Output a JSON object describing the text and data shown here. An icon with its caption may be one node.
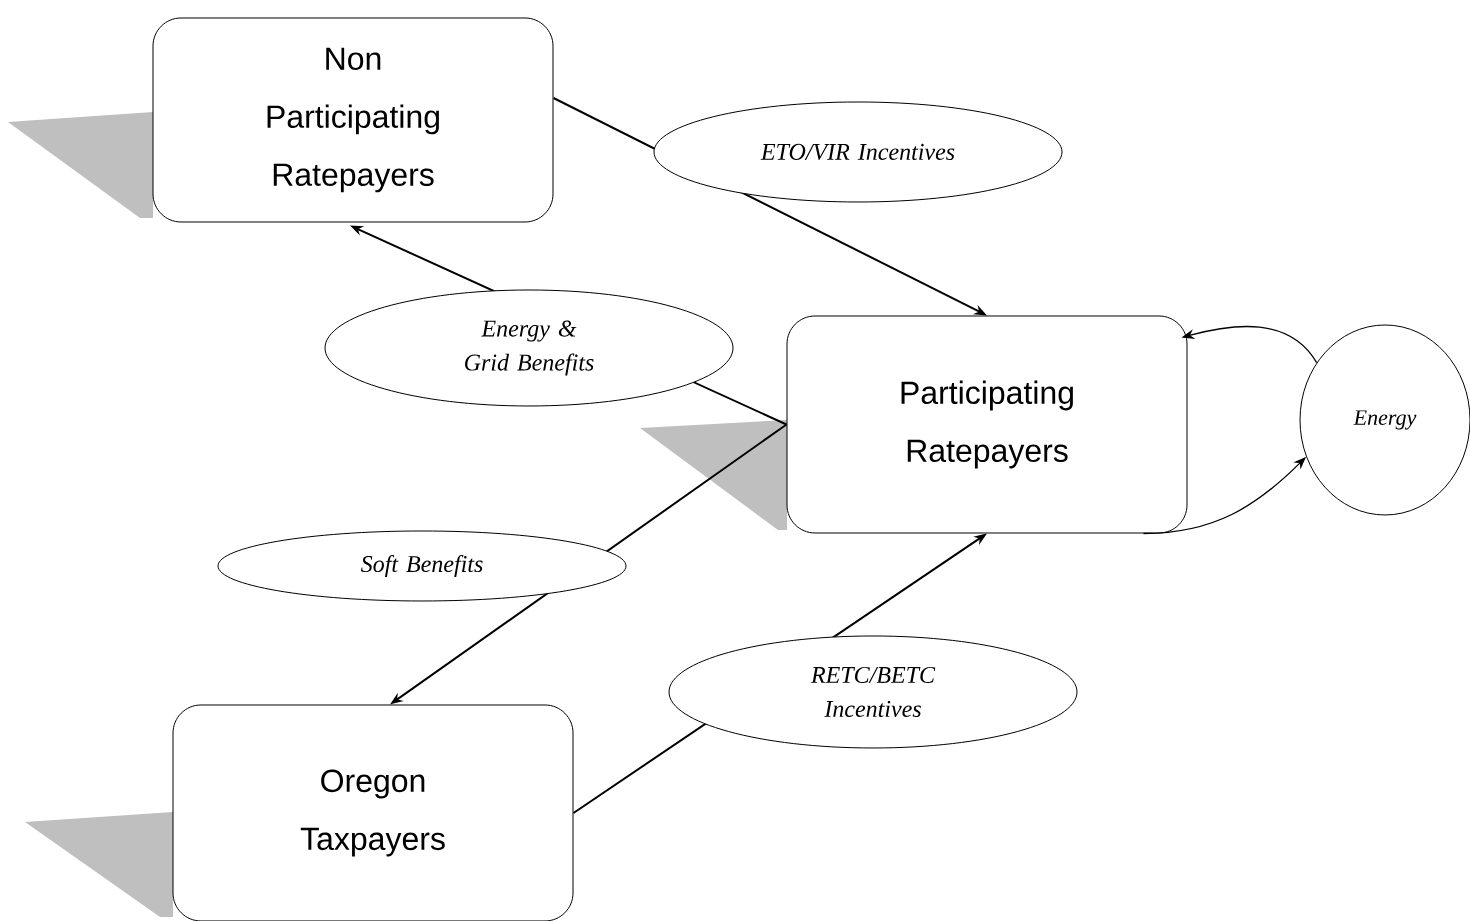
{
  "diagram": {
    "nodes": [
      {
        "text": [
          "Non Participating Ratepayers"
        ]
      },
      {
        "text": [
          "Participating Ratepayers"
        ]
      },
      {
        "text": [
          "Oregon Taxpayers"
        ]
      },
      {
        "text": [
          "Energy"
        ]
      }
    ],
    "edges": [
      {
        "from": 0,
        "to": 1,
        "arrow": "to",
        "label": "ETO/VIR Incentives"
      },
      {
        "from": 1,
        "to": 0,
        "arrow": "to",
        "label": "Energy & Grid Benefits"
      },
      {
        "from": 1,
        "to": 2,
        "arrow": "to",
        "label": "Soft Benefits"
      },
      {
        "from": 2,
        "to": 1,
        "arrow": "to",
        "label": "RETC/BETC Incentives"
      },
      {
        "from": 1,
        "to": 3,
        "arrow": "to"
      },
      {
        "from": 3,
        "to": 1,
        "arrow": "to"
      }
    ]
  }
}
